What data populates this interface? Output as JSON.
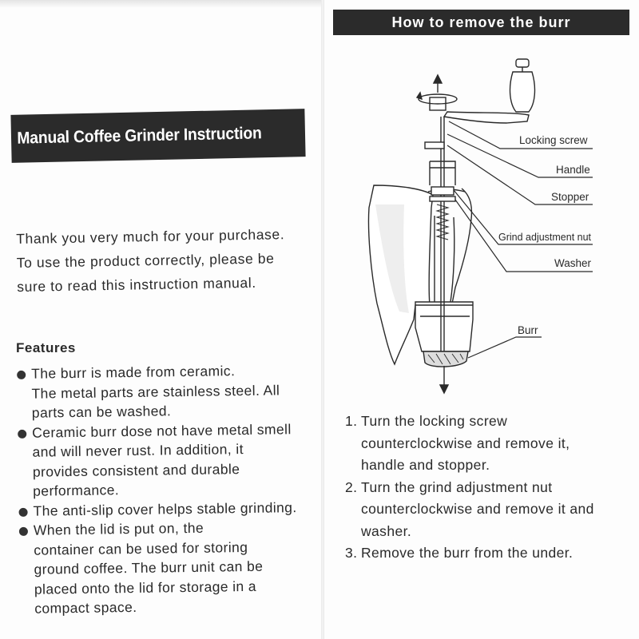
{
  "left_page": {
    "title": "Manual  Coffee Grinder Instruction",
    "intro": [
      "Thank you very much for your purchase.",
      "To use the product correctly,  please be",
      "sure to read this instruction manual."
    ],
    "features_heading": "Features",
    "features": [
      [
        "The burr is made from ceramic.",
        "The metal parts are stainless steel.  All",
        "parts can be washed."
      ],
      [
        "Ceramic burr dose not have metal smell",
        "and will never rust.  In addition,  it",
        "provides consistent and durable",
        "performance."
      ],
      [
        "The anti-slip cover helps stable grinding."
      ],
      [
        "When the lid is put on,  the",
        "container can be used for storing",
        "ground coffee.  The burr unit can be",
        "placed onto the lid for storage in a",
        "compact space."
      ]
    ]
  },
  "right_page": {
    "title": "How to remove the burr",
    "diagram_labels": {
      "locking_screw": "Locking screw",
      "handle": "Handle",
      "stopper": "Stopper",
      "grind_nut": "Grind adjustment nut",
      "washer": "Washer",
      "burr": "Burr"
    },
    "steps": [
      {
        "num": "1.",
        "lines": [
          "Turn the locking screw",
          "counterclockwise and remove it,",
          "handle and stopper."
        ]
      },
      {
        "num": "2.",
        "lines": [
          "Turn the grind adjustment nut",
          "counterclockwise and remove it and",
          "washer."
        ]
      },
      {
        "num": "3.",
        "lines": [
          "Remove the burr from the under."
        ]
      }
    ]
  }
}
